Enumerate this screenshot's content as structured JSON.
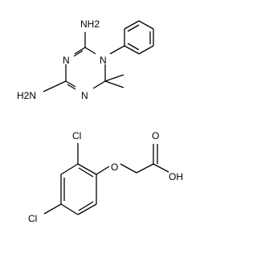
{
  "molecules": [
    {
      "atom_labels": {
        "nh2_top": "NH2",
        "n_top_ring": "N",
        "n_phenyl": "N",
        "h2n_left": "H2N",
        "n_bottom_ring": "N"
      }
    },
    {
      "atom_labels": {
        "cl_upper": "Cl",
        "o_ether": "O",
        "o_carbonyl": "O",
        "oh": "OH",
        "cl_lower": "Cl"
      }
    }
  ]
}
